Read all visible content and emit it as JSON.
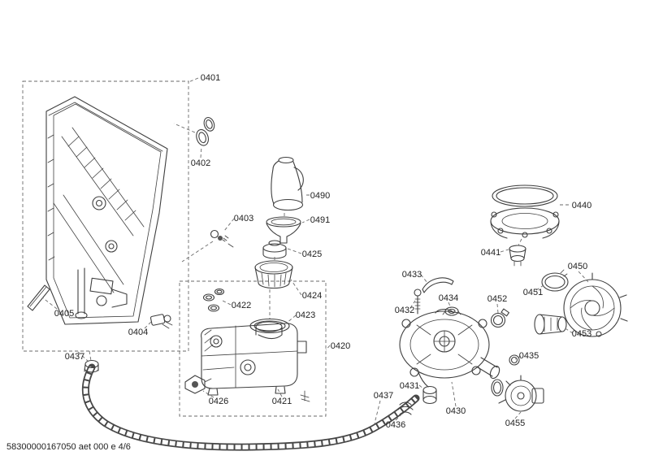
{
  "footer": "58300000167050 aet 000 e 4/6",
  "labels": {
    "l0401": "0401",
    "l0402": "0402",
    "l0403": "0403",
    "l0404": "0404",
    "l0405": "0405",
    "l0420": "0420",
    "l0421": "0421",
    "l0422": "0422",
    "l0423": "0423",
    "l0424": "0424",
    "l0425": "0425",
    "l0426": "0426",
    "l0430": "0430",
    "l0431": "0431",
    "l0432": "0432",
    "l0433": "0433",
    "l0434": "0434",
    "l0435": "0435",
    "l0436": "0436",
    "l0437_left": "0437",
    "l0437_mid": "0437",
    "l0440": "0440",
    "l0441": "0441",
    "l0450": "0450",
    "l0451": "0451",
    "l0452": "0452",
    "l0453": "0453",
    "l0455": "0455",
    "l0490": "0490",
    "l0491": "0491"
  },
  "colors": {
    "line": "#3f3f3f",
    "label_text": "#222222",
    "background": "#ffffff"
  }
}
